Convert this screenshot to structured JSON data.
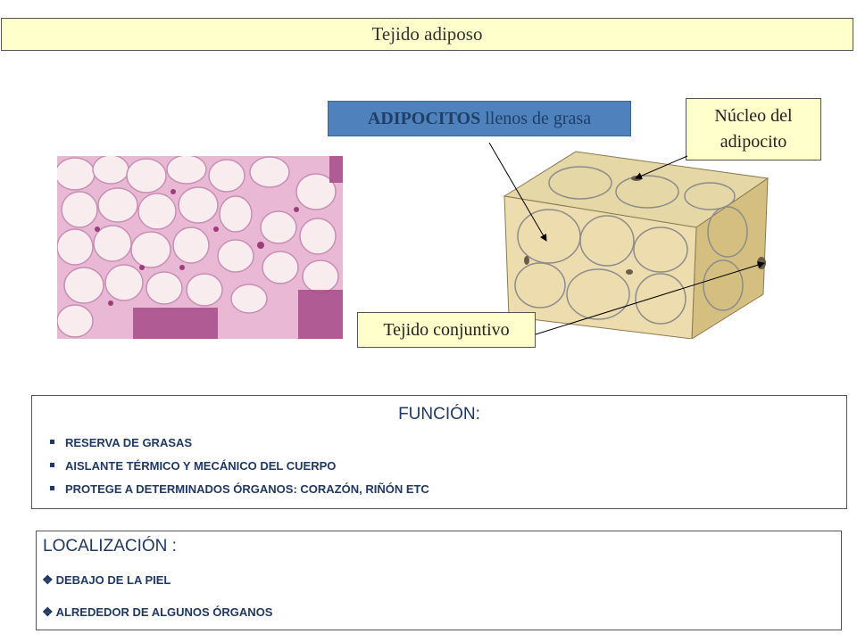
{
  "title": "Tejido adiposo",
  "labels": {
    "adipocitos_bold": "ADIPOCITOS",
    "adipocitos_rest": " llenos  de grasa",
    "nucleo_line1": "Núcleo del",
    "nucleo_line2": "adipocito",
    "tejido_conjuntivo": "Tejido conjuntivo"
  },
  "funcion": {
    "heading": "FUNCIÓN:",
    "items": [
      "RESERVA DE GRASAS",
      "AISLANTE TÉRMICO Y MECÁNICO DEL CUERPO",
      "PROTEGE A DETERMINADOS ÓRGANOS: CORAZÓN, RIÑÓN ETC"
    ]
  },
  "localizacion": {
    "heading": "LOCALIZACIÓN :",
    "items": [
      "DEBAJO DE LA PIEL",
      "ALREDEDOR DE ALGUNOS ÓRGANOS"
    ]
  },
  "colors": {
    "title_bg": "#ffffcc",
    "adipocitos_box": "#4f81bd",
    "text_blue": "#1f3864"
  }
}
